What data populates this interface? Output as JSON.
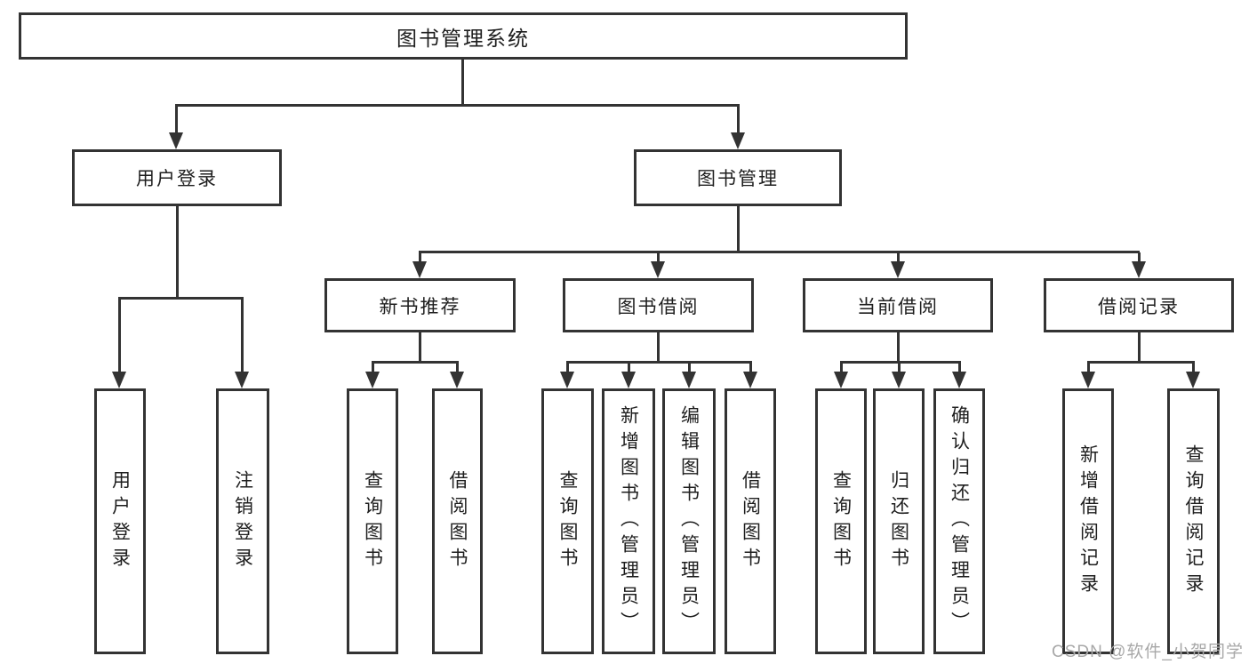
{
  "diagram_title": "图书管理系统",
  "nodes": {
    "root": "图书管理系统",
    "user_login": "用户登录",
    "book_management": "图书管理",
    "new_book_recommend": "新书推荐",
    "book_borrow": "图书借阅",
    "current_borrow": "当前借阅",
    "borrow_records": "借阅记录",
    "user_login_children": [
      "用户登录",
      "注销登录"
    ],
    "new_book_children": [
      "查询图书",
      "借阅图书"
    ],
    "book_borrow_children": [
      "查询图书",
      "新增图书（管理员）",
      "编辑图书（管理员）",
      "借阅图书"
    ],
    "current_borrow_children": [
      "查询图书",
      "归还图书",
      "确认归还（管理员）"
    ],
    "borrow_records_children": [
      "新增借阅记录",
      "查询借阅记录"
    ]
  },
  "watermark": "CSDN @软件_小贺同学",
  "colors": {
    "line": "#333333",
    "text": "#1e1e1e",
    "watermark": "#a8a8a8",
    "background": "#ffffff"
  }
}
